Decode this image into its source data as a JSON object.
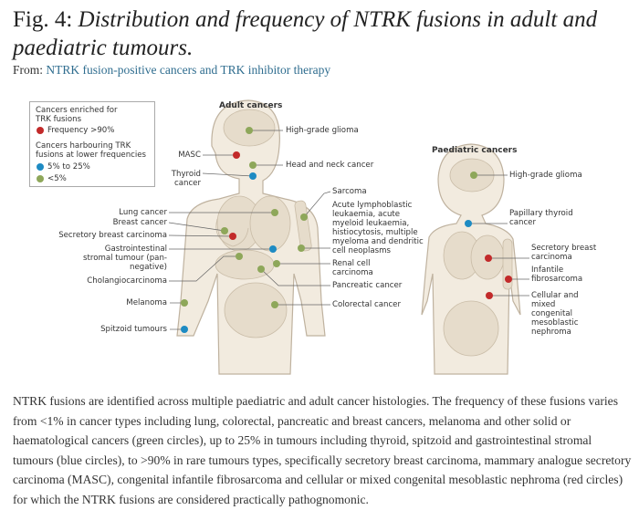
{
  "header": {
    "fig_label": "Fig. 4:",
    "title": "Distribution and frequency of NTRK fusions in adult and paediatric tumours.",
    "from_label": "From:",
    "source_link": "NTRK fusion-positive cancers and TRK inhibitor therapy"
  },
  "colors": {
    "red": "#c22a2a",
    "blue": "#1e8bc3",
    "green": "#8ea75a",
    "body": "#f2ebdf",
    "outline": "#bfb29f"
  },
  "legend": {
    "enriched_heading": "Cancers enriched for TRK fusions",
    "high": "Frequency >90%",
    "lower_heading": "Cancers harbouring TRK fusions at lower frequencies",
    "mid": "5% to 25%",
    "low": "<5%"
  },
  "adult": {
    "title": "Adult cancers",
    "labels": {
      "glioma": "High-grade glioma",
      "masc": "MASC",
      "head_neck": "Head and neck cancer",
      "thyroid": "Thyroid cancer",
      "sarcoma": "Sarcoma",
      "haem": "Acute lymphoblastic leukaemia, acute myeloid leukaemia, histiocytosis, multiple myeloma and dendritic cell neoplasms",
      "lung": "Lung cancer",
      "breast": "Breast cancer",
      "secretory_breast": "Secretory breast carcinoma",
      "gist": "Gastrointestinal stromal tumour (pan-negative)",
      "renal": "Renal cell carcinoma",
      "cholangio": "Cholangiocarcinoma",
      "pancreatic": "Pancreatic cancer",
      "melanoma": "Melanoma",
      "colorectal": "Colorectal cancer",
      "spitzoid": "Spitzoid tumours"
    }
  },
  "paediatric": {
    "title": "Paediatric cancers",
    "labels": {
      "glioma": "High-grade glioma",
      "thyroid": "Papillary thyroid cancer",
      "secretory_breast": "Secretory breast carcinoma",
      "fibrosarcoma": "Infantile fibrosarcoma",
      "nephroma": "Cellular and mixed congenital mesoblastic nephroma"
    }
  },
  "caption": "NTRK fusions are identified across multiple paediatric and adult cancer histologies. The frequency of these fusions varies from <1% in cancer types including lung, colorectal, pancreatic and breast cancers, melanoma and other solid or haematological cancers (green circles), up to 25% in tumours including thyroid, spitzoid and gastrointestinal stromal tumours (blue circles), to >90% in rare tumours types, specifically secretory breast carcinoma, mammary analogue secretory carcinoma (MASC), congenital infantile fibrosarcoma and cellular or mixed congenital mesoblastic nephroma (red circles) for which the NTRK fusions are considered practically pathognomonic."
}
